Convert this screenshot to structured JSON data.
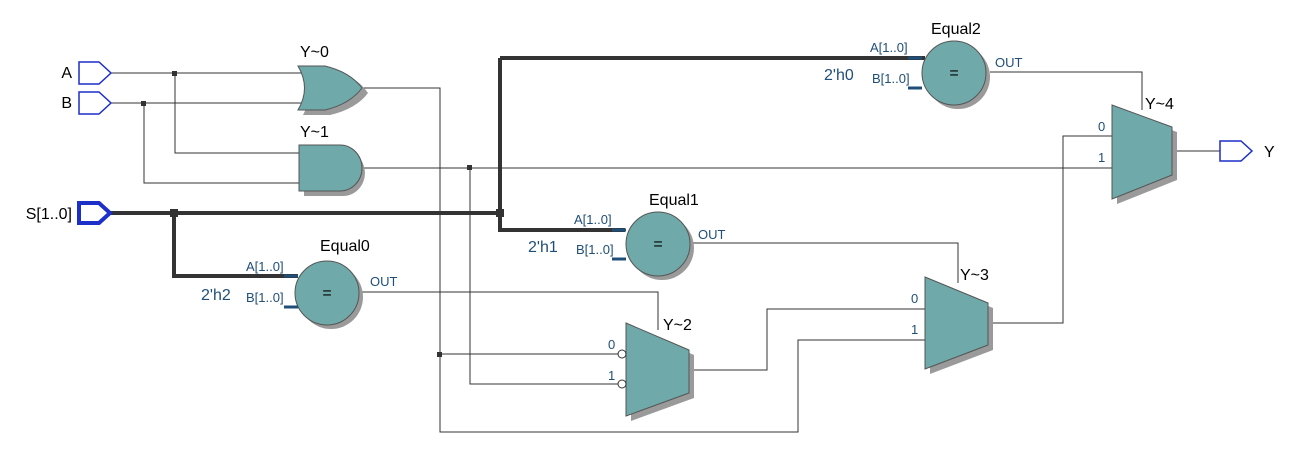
{
  "inputs": {
    "a": "A",
    "b": "B",
    "s": "S[1..0]"
  },
  "output": {
    "y": "Y"
  },
  "gates": {
    "y0": "Y~0",
    "y1": "Y~1",
    "y2": "Y~2",
    "y3": "Y~3",
    "y4": "Y~4"
  },
  "comparators": {
    "equal0": {
      "name": "Equal0",
      "a_pin": "A[1..0]",
      "b_pin": "B[1..0]",
      "out_pin": "OUT",
      "const": "2'h2",
      "symbol": "="
    },
    "equal1": {
      "name": "Equal1",
      "a_pin": "A[1..0]",
      "b_pin": "B[1..0]",
      "out_pin": "OUT",
      "const": "2'h1",
      "symbol": "="
    },
    "equal2": {
      "name": "Equal2",
      "a_pin": "A[1..0]",
      "b_pin": "B[1..0]",
      "out_pin": "OUT",
      "const": "2'h0",
      "symbol": "="
    }
  },
  "mux_pins": {
    "sel0": "0",
    "sel1": "1"
  },
  "colors": {
    "gate_fill": "#6fa9a9",
    "port_outline": "#1c2fc9",
    "pin_text": "#1f4e79",
    "wire": "#333333"
  }
}
